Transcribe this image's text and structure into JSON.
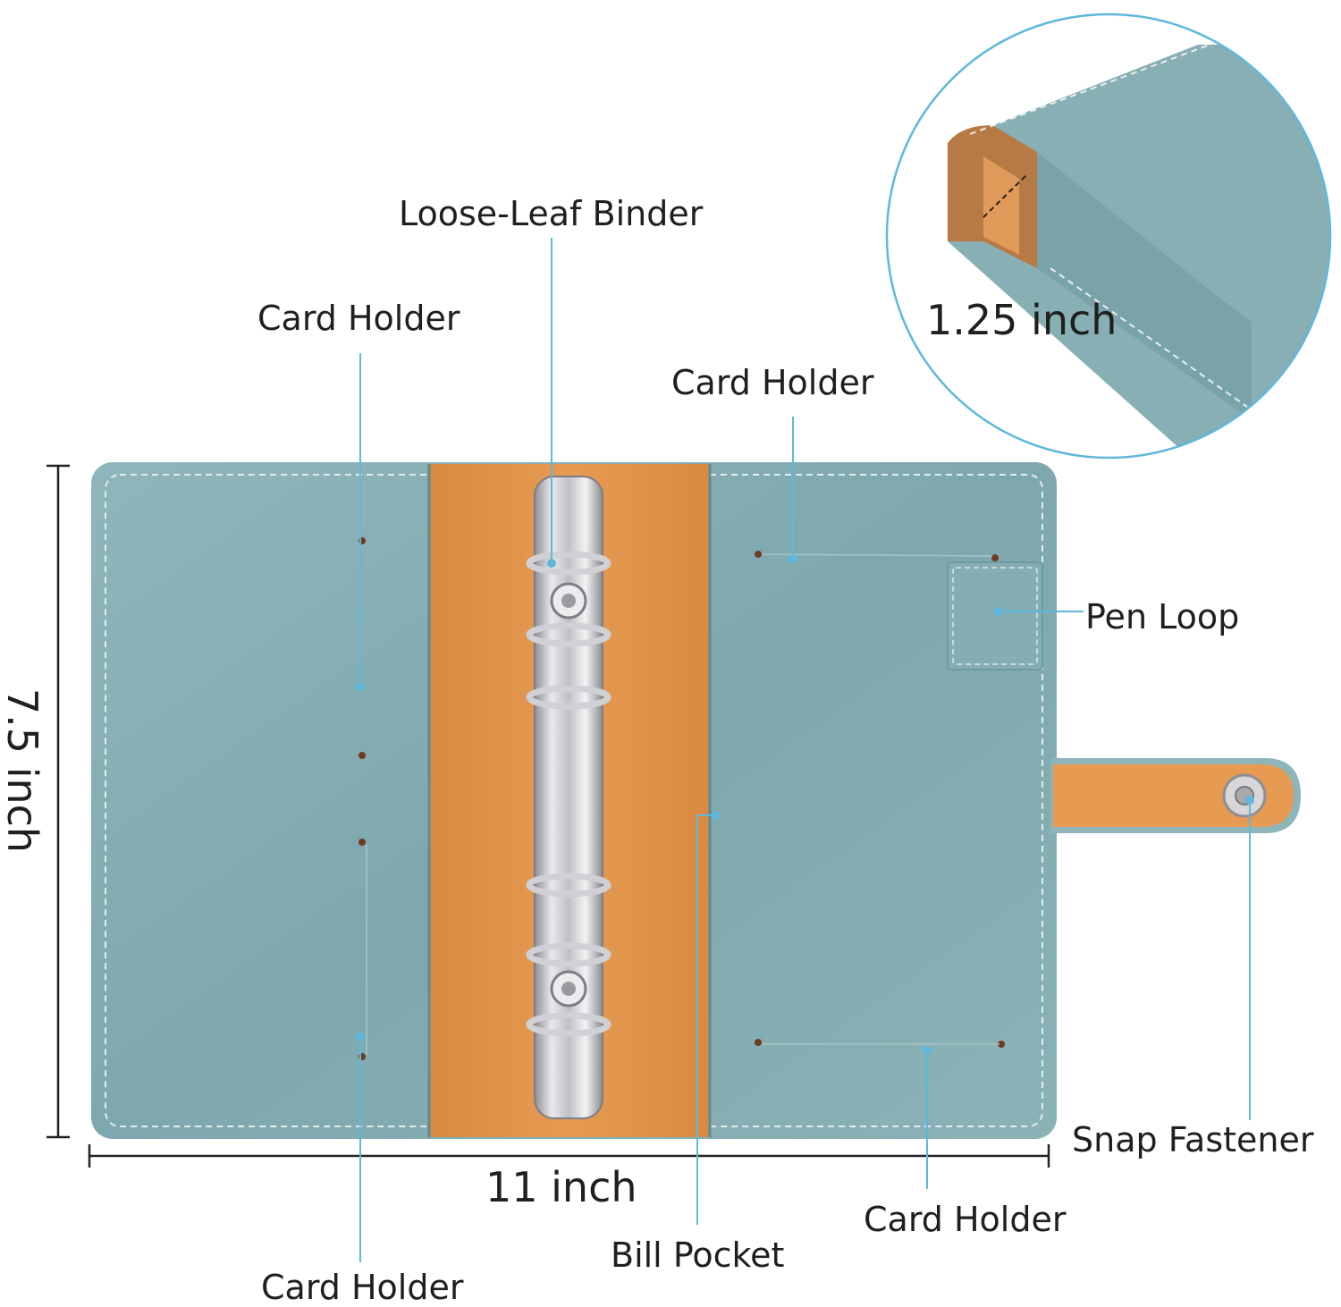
{
  "labels": {
    "loose_leaf_binder": "Loose-Leaf Binder",
    "card_holder_top_left": "Card Holder",
    "card_holder_top_right": "Card Holder",
    "pen_loop": "Pen Loop",
    "snap_fastener": "Snap Fastener",
    "card_holder_bottom_right": "Card Holder",
    "bill_pocket": "Bill Pocket",
    "card_holder_bottom_left": "Card Holder"
  },
  "dimensions": {
    "height": "7.5 inch",
    "width": "11 inch",
    "thickness": "1.25 inch"
  },
  "colors": {
    "leather": "#86aeb3",
    "leather_dark": "#6f999f",
    "interior": "#e3954c",
    "metal": "#c9c9cb",
    "callout_line": "#5fb8dc",
    "dimension_line": "#222222"
  }
}
